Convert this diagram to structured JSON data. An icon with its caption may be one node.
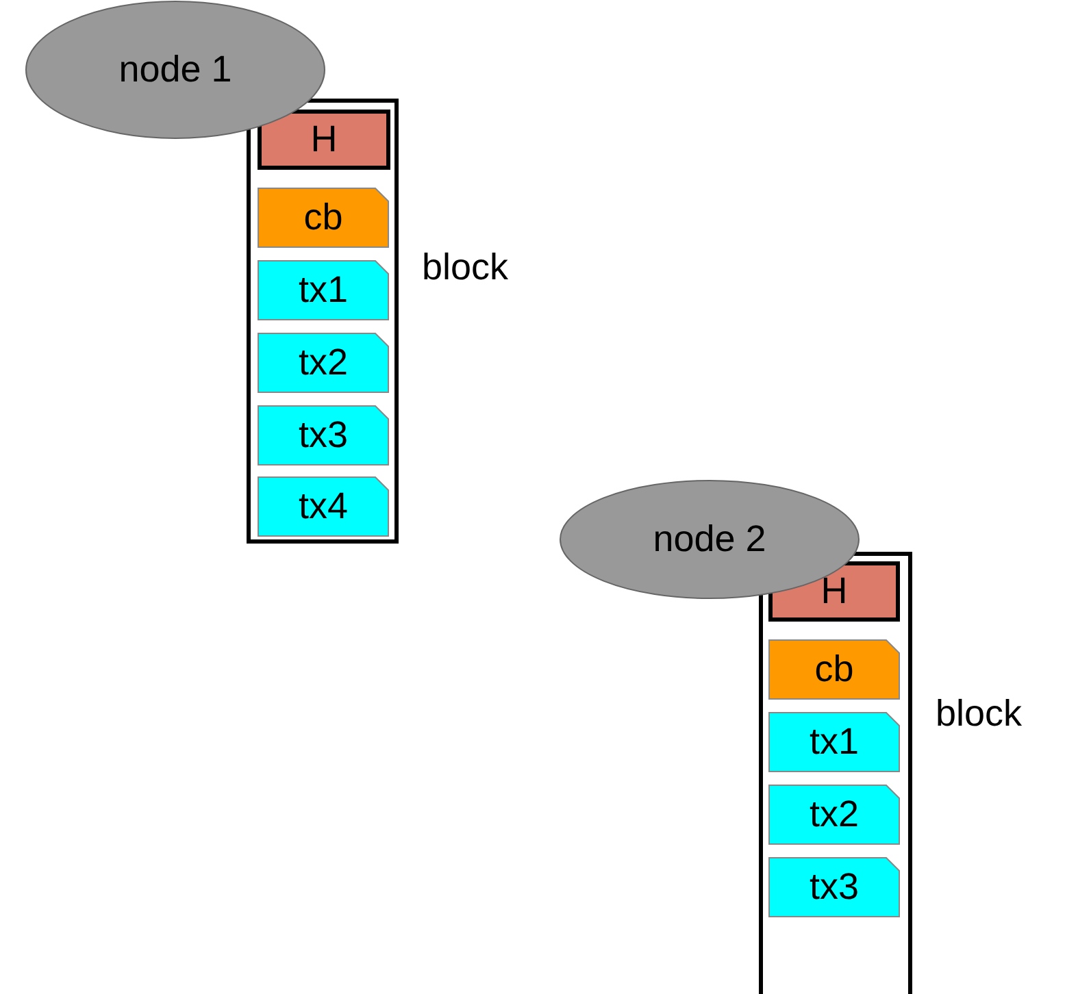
{
  "diagram": {
    "nodes": [
      {
        "text": [
          "node 1"
        ]
      },
      {
        "text": [
          "block"
        ]
      },
      {
        "text": [
          "H"
        ],
        "in": 1
      },
      {
        "text": [
          "cb"
        ],
        "in": 1
      },
      {
        "text": [
          "tx1"
        ],
        "in": 1
      },
      {
        "text": [
          "tx2"
        ],
        "in": 1
      },
      {
        "text": [
          "tx3"
        ],
        "in": 1
      },
      {
        "text": [
          "tx4"
        ],
        "in": 1
      },
      {
        "text": [
          "node 2"
        ]
      },
      {
        "text": [
          "block"
        ]
      },
      {
        "text": [
          "H"
        ],
        "in": 9
      },
      {
        "text": [
          "cb"
        ],
        "in": 9
      },
      {
        "text": [
          "tx1"
        ],
        "in": 9
      },
      {
        "text": [
          "tx2"
        ],
        "in": 9
      },
      {
        "text": [
          "tx3"
        ],
        "in": 9
      }
    ]
  }
}
